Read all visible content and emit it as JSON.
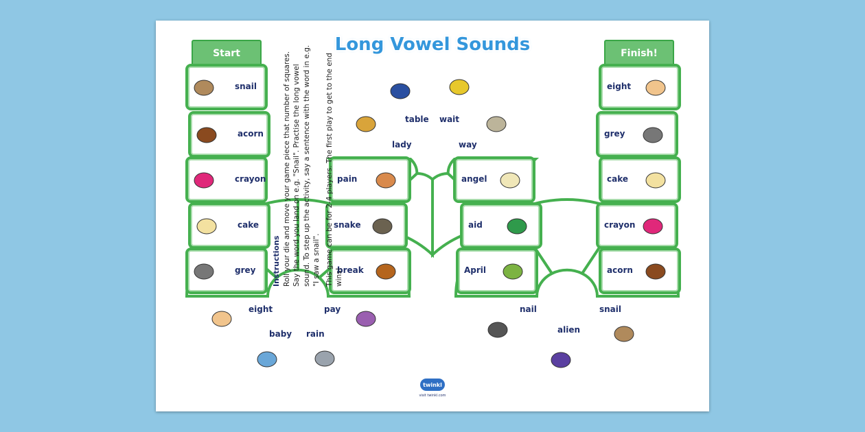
{
  "title": "Long Vowel Sounds",
  "start_label": "Start",
  "finish_label": "Finish!",
  "instructions": {
    "heading": "Instructions",
    "text1": "Roll your die and move your game piece that number of squares. Say the word you land on e.g. \"Snail\". Practise the long vowel sound. To step up the activity, say a sentence with the word in e.g. \"I saw a snail\".",
    "text2": "This game can be for 2-4 players. The first play to get to the end wins!"
  },
  "logo": {
    "text": "twinkl",
    "url_text": "visit twinkl.com"
  },
  "colors": {
    "border": "#45b04f",
    "header": "#6cc174",
    "title": "#3497dc",
    "word": "#1f2f6b",
    "background": "#8fc7e4"
  },
  "squares": [
    {
      "word": "snail",
      "icon": "snail-icon"
    },
    {
      "word": "acorn",
      "icon": "acorn-icon"
    },
    {
      "word": "crayon",
      "icon": "crayon-icon"
    },
    {
      "word": "cake",
      "icon": "cake-icon"
    },
    {
      "word": "grey",
      "icon": "grey-splat-icon"
    },
    {
      "word": "eight",
      "icon": "hands-icon"
    },
    {
      "word": "baby",
      "icon": "baby-icon"
    },
    {
      "word": "rain",
      "icon": "rain-cloud-icon"
    },
    {
      "word": "pay",
      "icon": "person-paying-icon"
    },
    {
      "word": "break",
      "icon": "broken-stick-icon"
    },
    {
      "word": "snake",
      "icon": "snake-icon"
    },
    {
      "word": "pain",
      "icon": "person-in-pain-icon"
    },
    {
      "word": "lady",
      "icon": "lady-icon"
    },
    {
      "word": "table",
      "icon": "table-icon"
    },
    {
      "word": "wait",
      "icon": "lollipop-lady-icon"
    },
    {
      "word": "way",
      "icon": "signpost-icon"
    },
    {
      "word": "angel",
      "icon": "angel-icon"
    },
    {
      "word": "aid",
      "icon": "first-aid-kit-icon"
    },
    {
      "word": "April",
      "icon": "calendar-icon"
    },
    {
      "word": "nail",
      "icon": "nail-icon"
    },
    {
      "word": "alien",
      "icon": "alien-icon"
    },
    {
      "word": "snail",
      "icon": "snail-icon"
    },
    {
      "word": "acorn",
      "icon": "acorn-icon"
    },
    {
      "word": "crayon",
      "icon": "crayon-icon"
    },
    {
      "word": "cake",
      "icon": "cake-icon"
    },
    {
      "word": "grey",
      "icon": "grey-splat-icon"
    },
    {
      "word": "eight",
      "icon": "hands-icon"
    }
  ]
}
